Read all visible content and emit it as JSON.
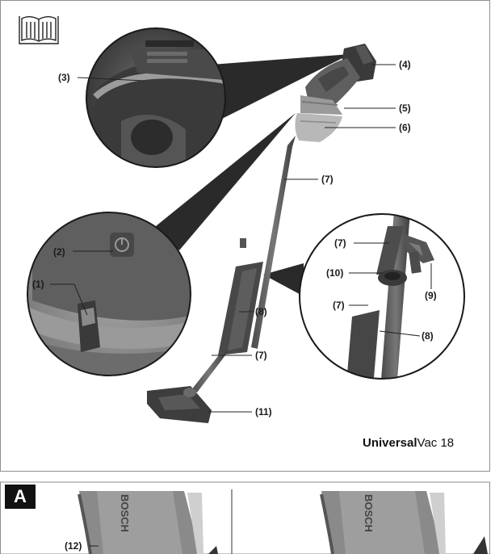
{
  "labels": {
    "l1": "(1)",
    "l2": "(2)",
    "l3": "(3)",
    "l4": "(4)",
    "l5": "(5)",
    "l6": "(6)",
    "l7a": "(7)",
    "l7b": "(7)",
    "l7c": "(7)",
    "l7d": "(7)",
    "l8a": "(8)",
    "l8b": "(8)",
    "l9": "(9)",
    "l10": "(10)",
    "l11": "(11)",
    "l12": "(12)"
  },
  "product": {
    "brand": "Universal",
    "model": "Vac 18"
  },
  "section": {
    "letter": "A"
  },
  "brand_mark": "BOSCH",
  "icons": {
    "manual": "open-book-icon"
  },
  "colors": {
    "body": "#5a5a5a",
    "dark": "#3a3a3a",
    "accent": "#8c8c8c",
    "frame": "#8f8f8f"
  }
}
